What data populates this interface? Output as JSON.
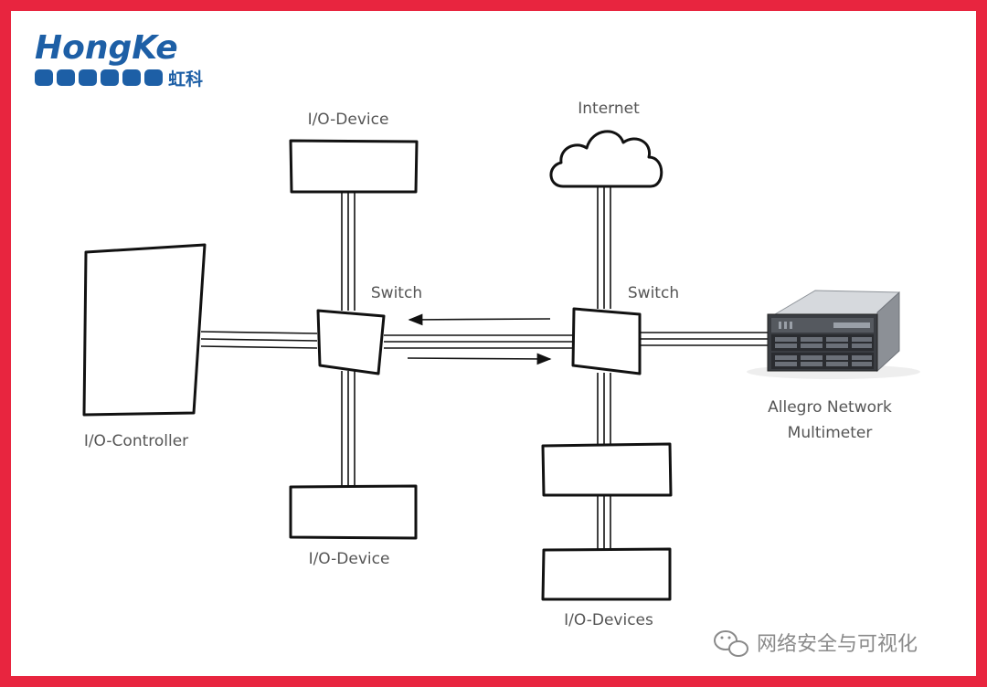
{
  "brand": {
    "name": "HongKe",
    "name_cn": "虹科",
    "color": "#1d5fa6"
  },
  "labels": {
    "io_device_top": "I/O-Device",
    "internet": "Internet",
    "switch_left": "Switch",
    "switch_right": "Switch",
    "io_controller": "I/O-Controller",
    "allegro_line1": "Allegro Network",
    "allegro_line2": "Multimeter",
    "io_device_bottom": "I/O-Device",
    "io_devices": "I/O-Devices"
  },
  "watermark": {
    "text": "网络安全与可视化",
    "icon": "wechat-icon"
  },
  "colors": {
    "frame_border": "#e8253f",
    "background": "#ffffff",
    "line": "#111111"
  }
}
